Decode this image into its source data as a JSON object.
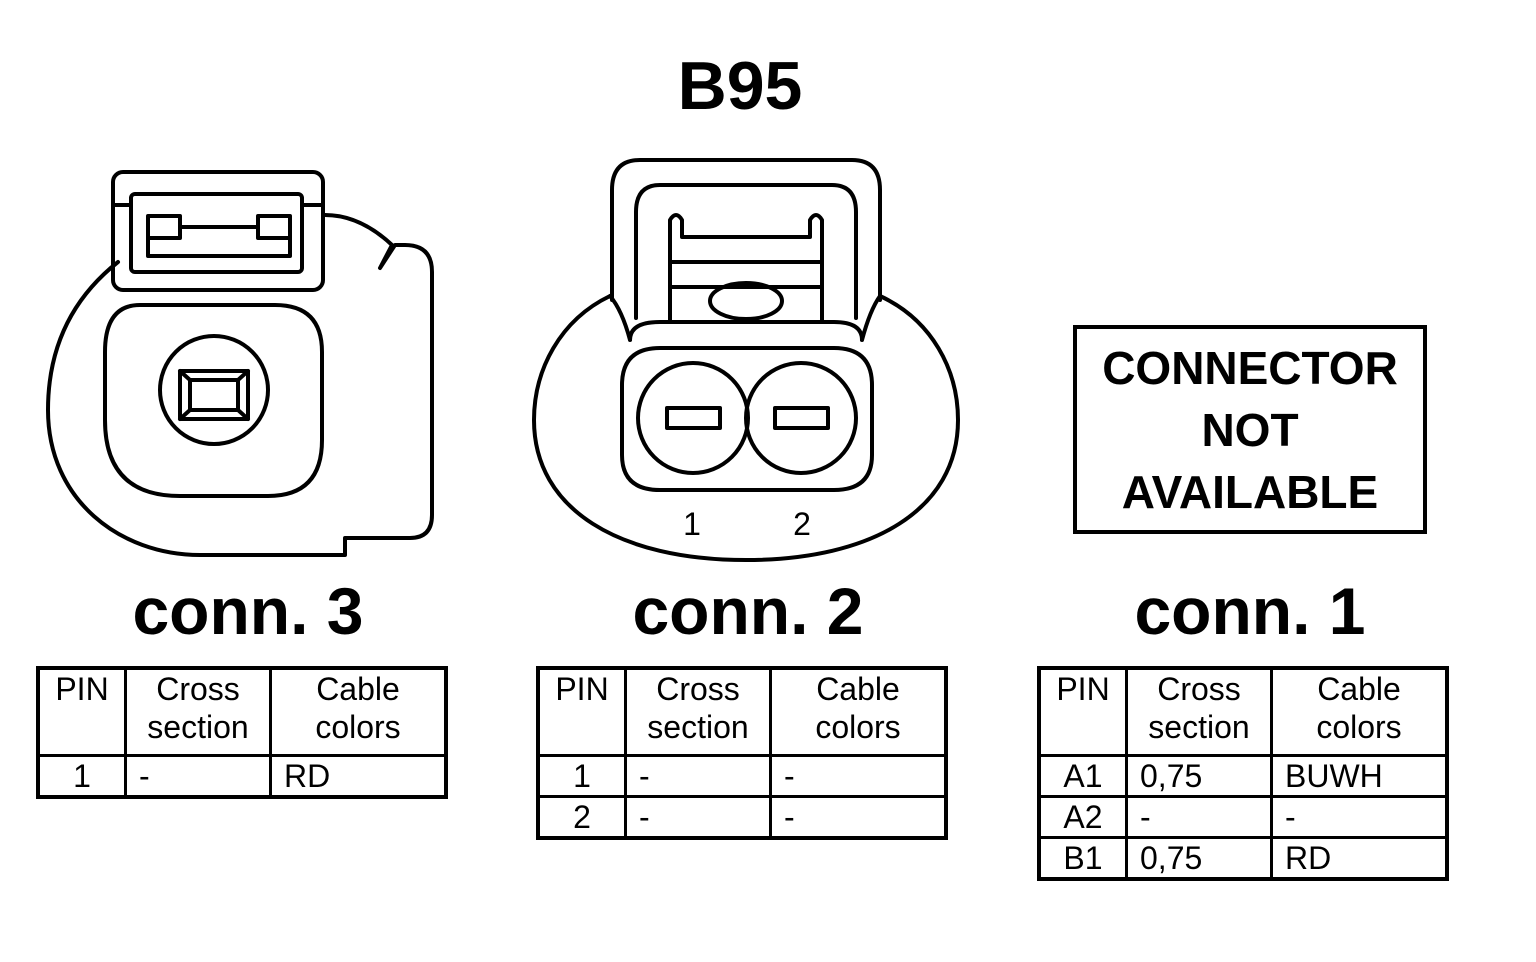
{
  "title": "B95",
  "headers": {
    "pin": "PIN",
    "cross_a": "Cross",
    "cross_b": "section",
    "colors_a": "Cable",
    "colors_b": "colors"
  },
  "connectors": [
    {
      "label": "conn. 3",
      "rows": [
        {
          "pin": "1",
          "cross": "-",
          "color": "RD"
        }
      ]
    },
    {
      "label": "conn. 2",
      "pin_numbers": [
        "1",
        "2"
      ],
      "rows": [
        {
          "pin": "1",
          "cross": "-",
          "color": "-"
        },
        {
          "pin": "2",
          "cross": "-",
          "color": "-"
        }
      ]
    },
    {
      "label": "conn. 1",
      "not_available": [
        "CONNECTOR",
        "NOT",
        "AVAILABLE"
      ],
      "rows": [
        {
          "pin": "A1",
          "cross": "0,75",
          "color": "BUWH"
        },
        {
          "pin": "A2",
          "cross": "-",
          "color": "-"
        },
        {
          "pin": "B1",
          "cross": "0,75",
          "color": "RD"
        }
      ]
    }
  ]
}
